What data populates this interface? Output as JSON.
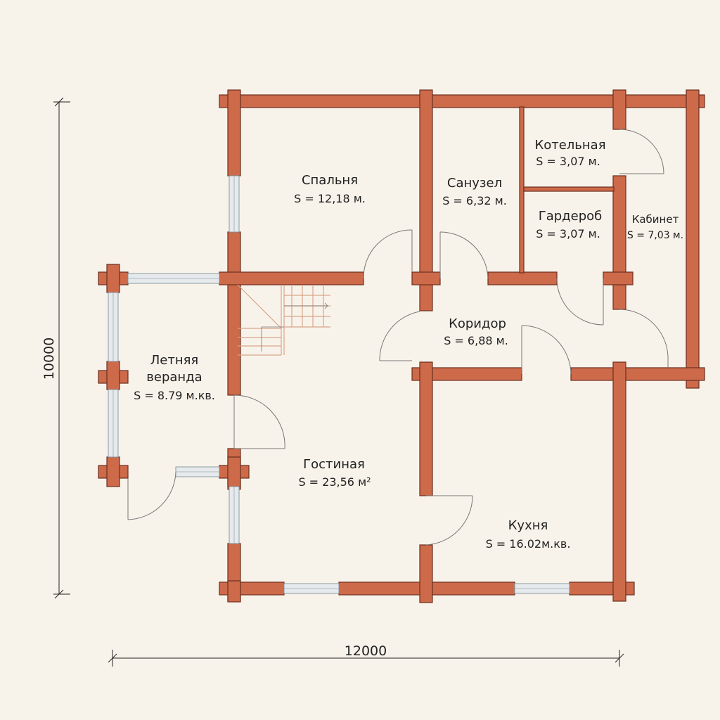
{
  "dimensions": {
    "width": "12000",
    "height": "10000"
  },
  "rooms": [
    {
      "id": "bedroom",
      "name": "Спальня",
      "area": "S = 12,18 м."
    },
    {
      "id": "bathroom",
      "name": "Санузел",
      "area": "S = 6,32 м."
    },
    {
      "id": "boiler",
      "name": "Котельная",
      "area": "S = 3,07 м."
    },
    {
      "id": "wardrobe",
      "name": "Гардероб",
      "area": "S = 3,07 м."
    },
    {
      "id": "office",
      "name": "Кабинет",
      "area": "S = 7,03 м."
    },
    {
      "id": "corridor",
      "name": "Коридор",
      "area": "S = 6,88 м."
    },
    {
      "id": "veranda",
      "name_line1": "Летняя",
      "name_line2": "веранда",
      "area": "S = 8.79 м.кв."
    },
    {
      "id": "living",
      "name": "Гостиная",
      "area": "S = 23,56 м²"
    },
    {
      "id": "kitchen",
      "name": "Кухня",
      "area": "S = 16.02м.кв."
    }
  ],
  "colors": {
    "wall": "#cd6a4a",
    "background": "#f8f3ea",
    "window": "#e7eaec",
    "stairs": "#d9a58a"
  }
}
